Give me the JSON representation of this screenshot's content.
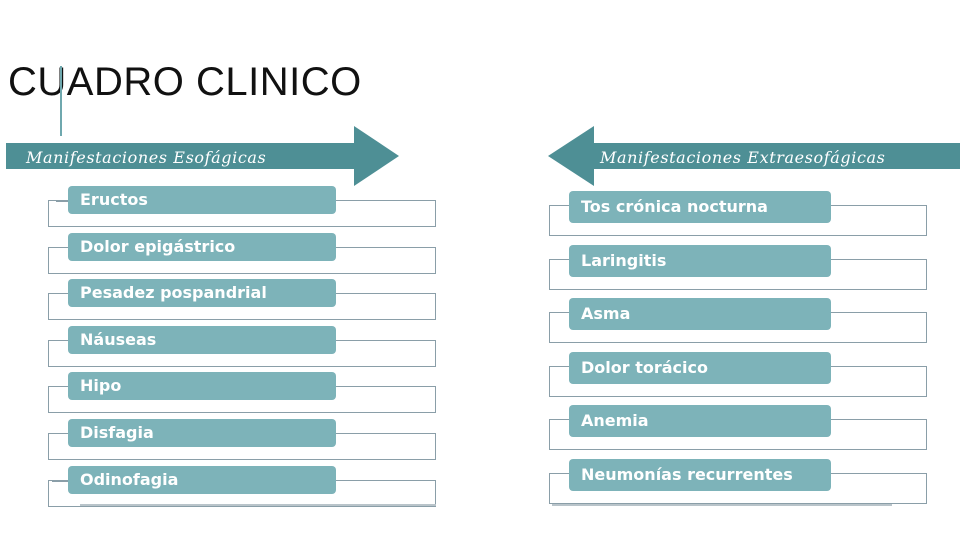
{
  "title": "CUADRO CLINICO",
  "colors": {
    "arrow": "#4e8f95",
    "pill": "#7db3b9",
    "line": "#8a9ea8"
  },
  "left": {
    "header": "Manifestaciones Esofágicas",
    "items": [
      "Eructos",
      "Dolor epigástrico",
      "Pesadez pospandrial",
      "Náuseas",
      "Hipo",
      "Disfagia",
      "Odinofagia"
    ]
  },
  "right": {
    "header": "Manifestaciones Extraesofágicas",
    "items": [
      "Tos crónica nocturna",
      "Laringitis",
      "Asma",
      "Dolor torácico",
      "Anemia",
      "Neumonías recurrentes"
    ]
  }
}
